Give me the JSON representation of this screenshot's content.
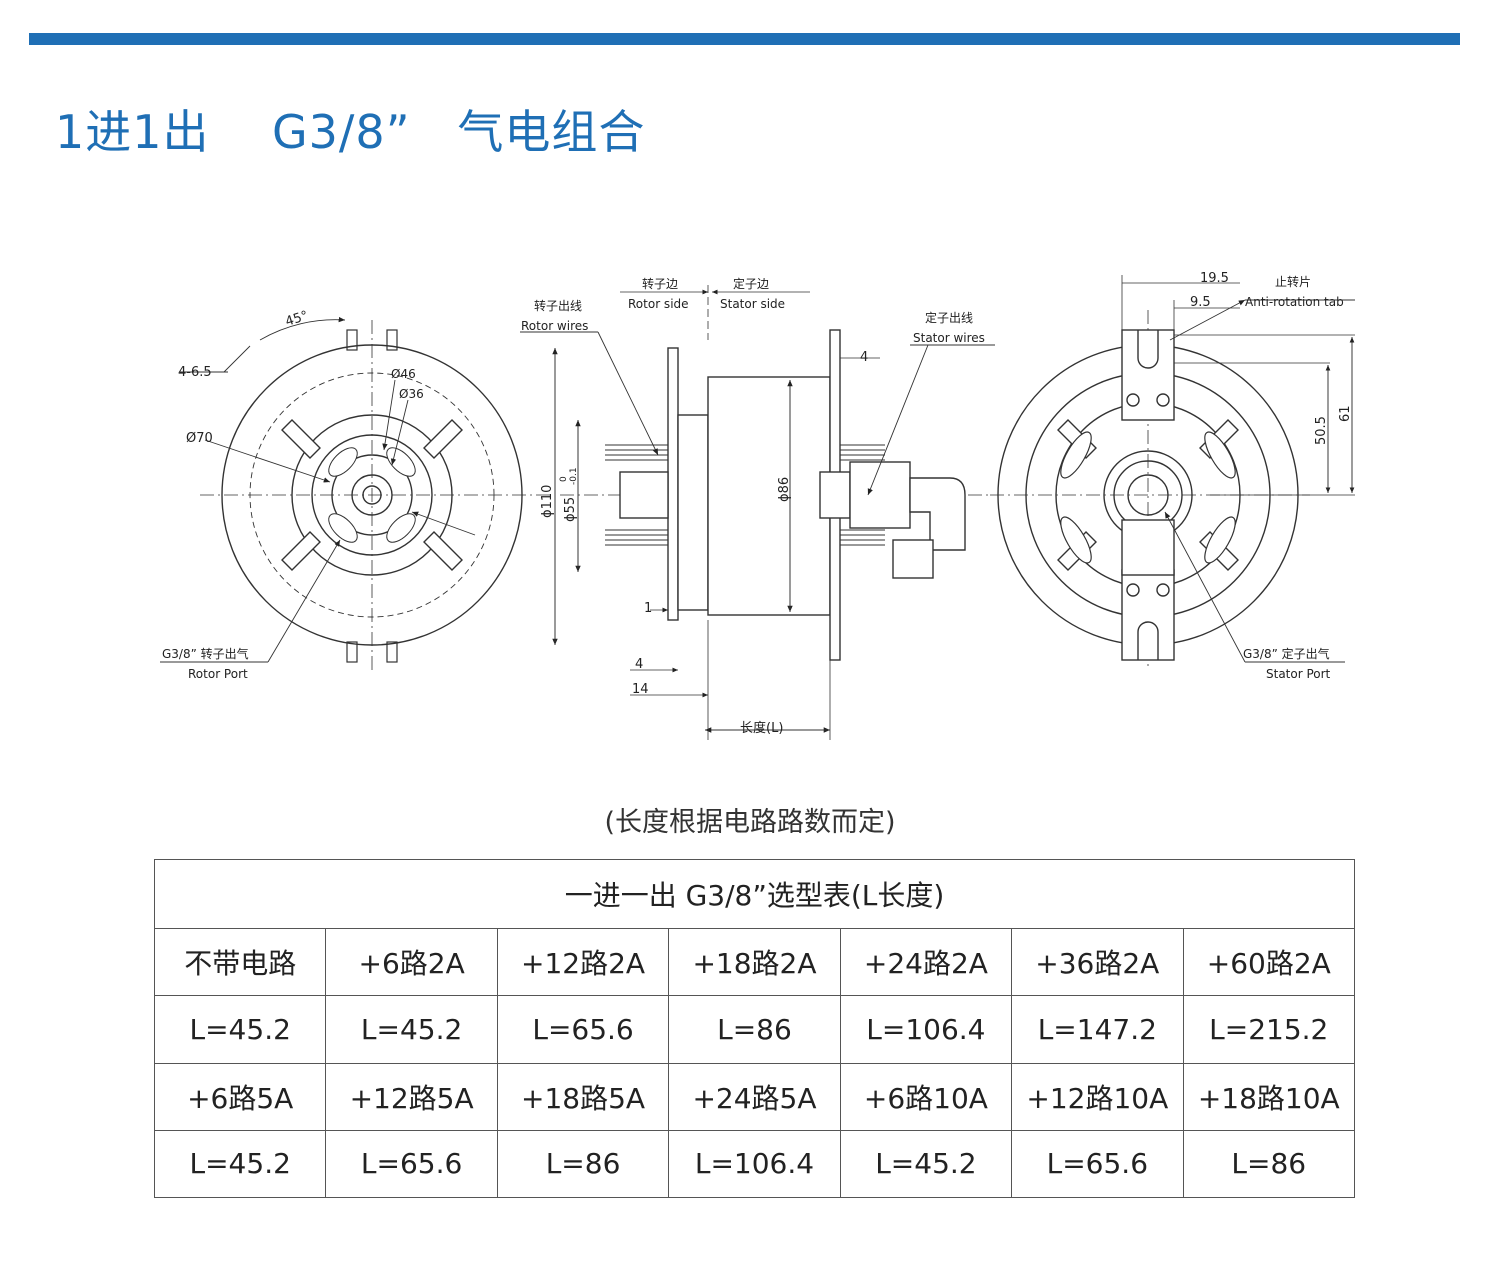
{
  "title": "1进1出    G3/8”   气电组合",
  "drawing": {
    "labels": {
      "angle": "45°",
      "slot": "4-6.5",
      "d70": "Ø70",
      "d46": "Ø46",
      "d36": "Ø36",
      "rotor_port_cn": "G3/8” 转子出气",
      "rotor_port_en": "Rotor Port",
      "rotor_wires_cn": "转子出线",
      "rotor_wires_en": "Rotor wires",
      "rotor_side_cn": "转子边",
      "rotor_side_en": "Rotor side",
      "stator_side_cn": "定子边",
      "stator_side_en": "Stator  side",
      "stator_wires_cn": "定子出线",
      "stator_wires_en": "Stator wires",
      "dim_4_top": "4",
      "d110": "ϕ110",
      "d55": "ϕ55",
      "d55_tol_upper": "0",
      "d55_tol_lower": "-0.1",
      "d86": "ϕ86",
      "dim_1": "1",
      "dim_4_bottom": "4",
      "dim_14": "14",
      "length": "长度(L)",
      "dim_19_5": "19.5",
      "dim_9_5": "9.5",
      "anti_rotation_cn": "止转片",
      "anti_rotation_en": "Anti-rotation tab",
      "dim_50_5": "50.5",
      "dim_61": "61",
      "stator_port_cn": "G3/8” 定子出气",
      "stator_port_en": "Stator Port"
    }
  },
  "caption": "(长度根据电路路数而定)",
  "table": {
    "title": "一进一出  G3/8”选型表(L长度)",
    "rows": [
      [
        "不带电路",
        "+6路2A",
        "+12路2A",
        "+18路2A",
        "+24路2A",
        "+36路2A",
        "+60路2A"
      ],
      [
        "L=45.2",
        "L=45.2",
        "L=65.6",
        "L=86",
        "L=106.4",
        "L=147.2",
        "L=215.2"
      ],
      [
        "+6路5A",
        "+12路5A",
        "+18路5A",
        "+24路5A",
        "+6路10A",
        "+12路10A",
        "+18路10A"
      ],
      [
        "L=45.2",
        "L=65.6",
        "L=86",
        "L=106.4",
        "L=45.2",
        "L=65.6",
        "L=86"
      ]
    ]
  }
}
